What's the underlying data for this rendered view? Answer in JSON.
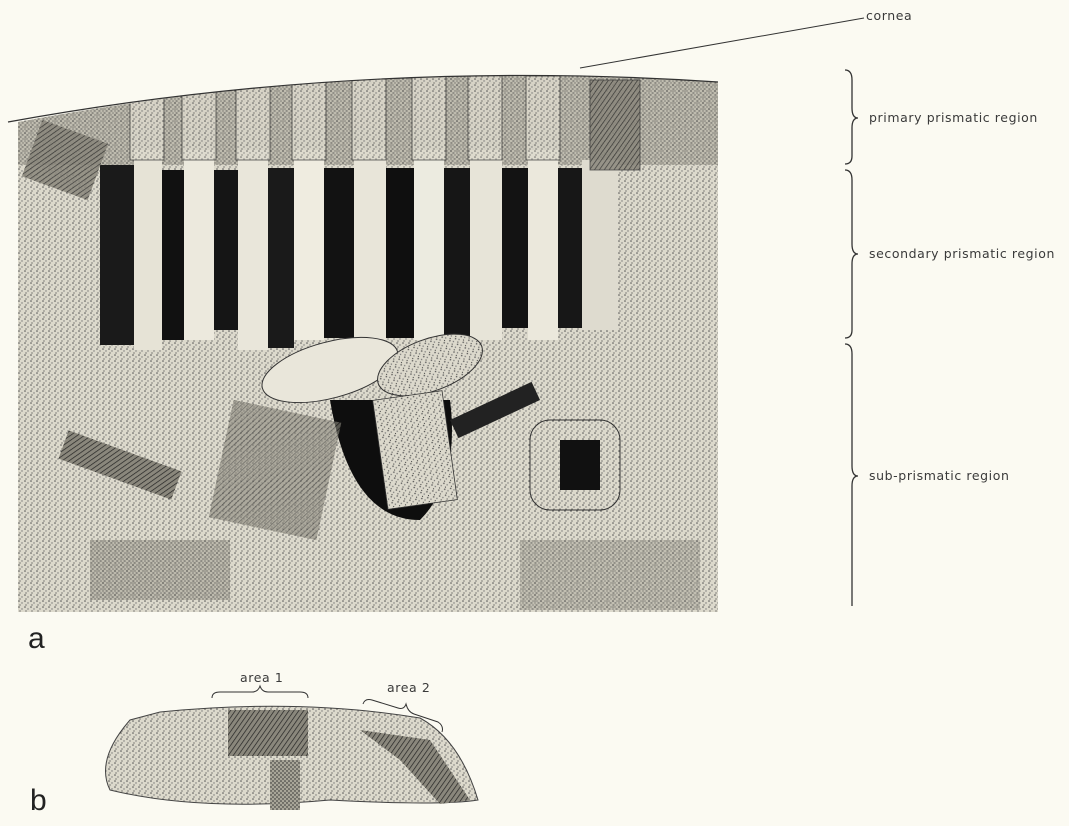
{
  "labels": {
    "cornea": "cornea",
    "primary": "primary prismatic region",
    "secondary": "secondary prismatic region",
    "sub": "sub-prismatic region",
    "area1": "area 1",
    "area2": "area 2"
  },
  "panels": {
    "a": "a",
    "b": "b"
  },
  "colors": {
    "background": "#fbfaf2",
    "ink": "#2a2a2a",
    "stipple_light": "#d9d6c8",
    "prism_light": "#ebe8dc",
    "prism_dark": "#151515"
  }
}
